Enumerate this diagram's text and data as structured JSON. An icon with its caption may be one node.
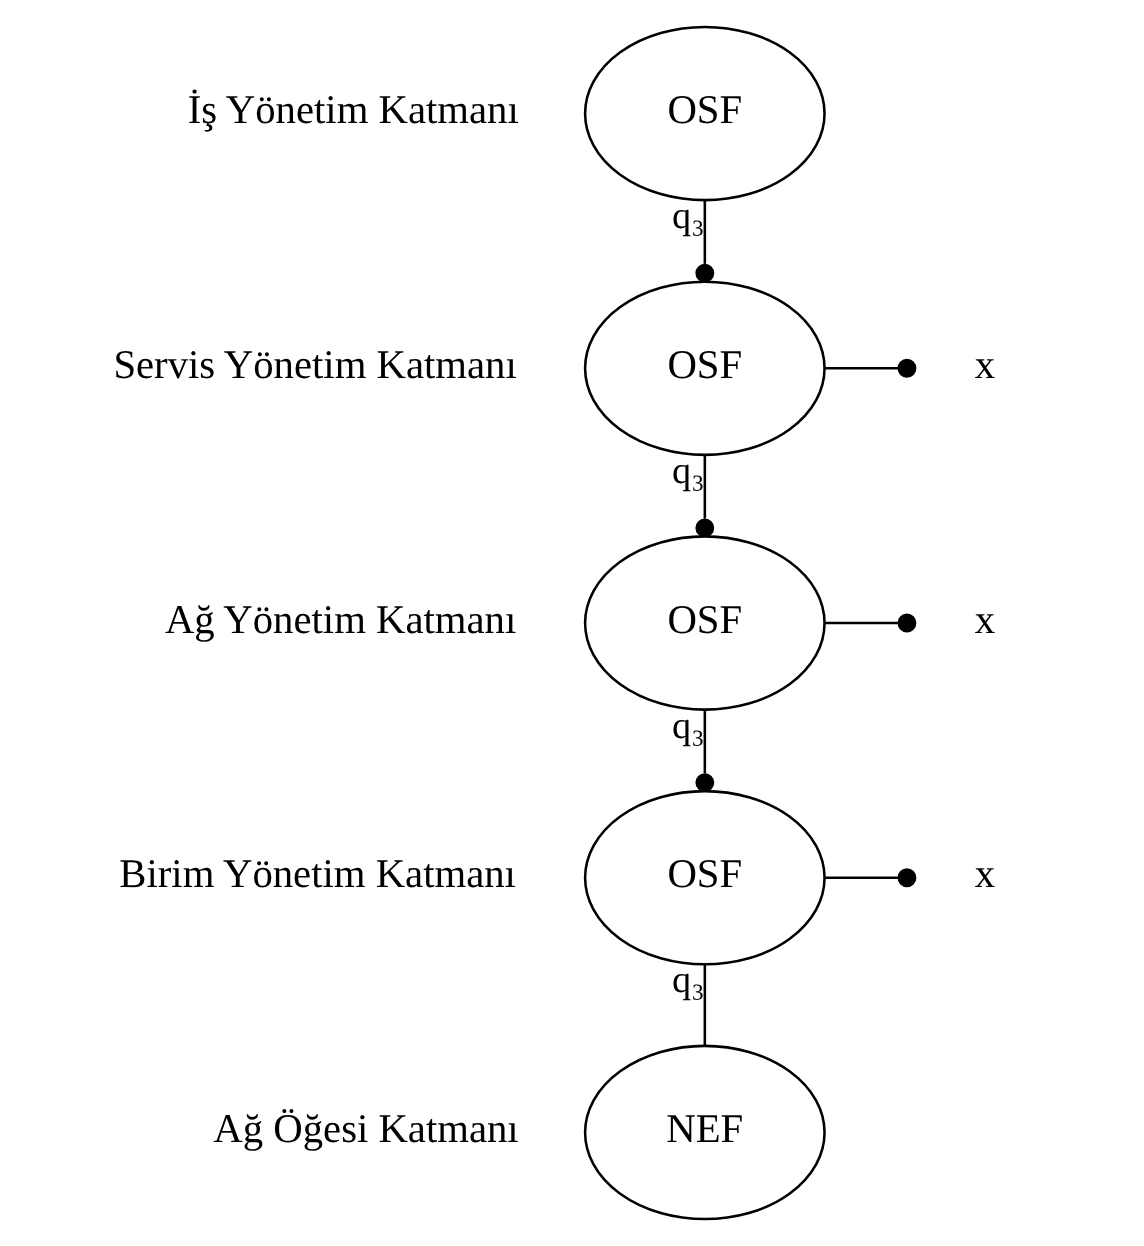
{
  "diagram": {
    "nodes": [
      {
        "text": [
          "OSF"
        ],
        "beside": [
          "İş Yönetim Katmanı"
        ]
      },
      {
        "text": [
          "OSF"
        ],
        "beside": [
          "Servis Yönetim Katmanı"
        ]
      },
      {
        "text": [
          "x"
        ]
      },
      {
        "text": [
          "OSF"
        ],
        "beside": [
          "Ağ Yönetim Katmanı"
        ]
      },
      {
        "text": [
          "x"
        ]
      },
      {
        "text": [
          "OSF"
        ],
        "beside": [
          "Birim Yönetim Katmanı"
        ]
      },
      {
        "text": [
          "x"
        ]
      },
      {
        "text": [
          "NEF"
        ],
        "beside": [
          "Ağ Öğesi Katmanı"
        ]
      }
    ],
    "edges": [
      {
        "from": 0,
        "to": 1,
        "arrow": "other",
        "label": "q₃"
      },
      {
        "from": 1,
        "to": 2,
        "arrow": "other"
      },
      {
        "from": 1,
        "to": 3,
        "arrow": "other",
        "label": "q₃"
      },
      {
        "from": 3,
        "to": 4,
        "arrow": "other"
      },
      {
        "from": 3,
        "to": 5,
        "arrow": "other",
        "label": "q₃"
      },
      {
        "from": 5,
        "to": 6,
        "arrow": "other"
      },
      {
        "from": 5,
        "to": 7,
        "arrow": "none",
        "label": "q₃"
      }
    ]
  }
}
